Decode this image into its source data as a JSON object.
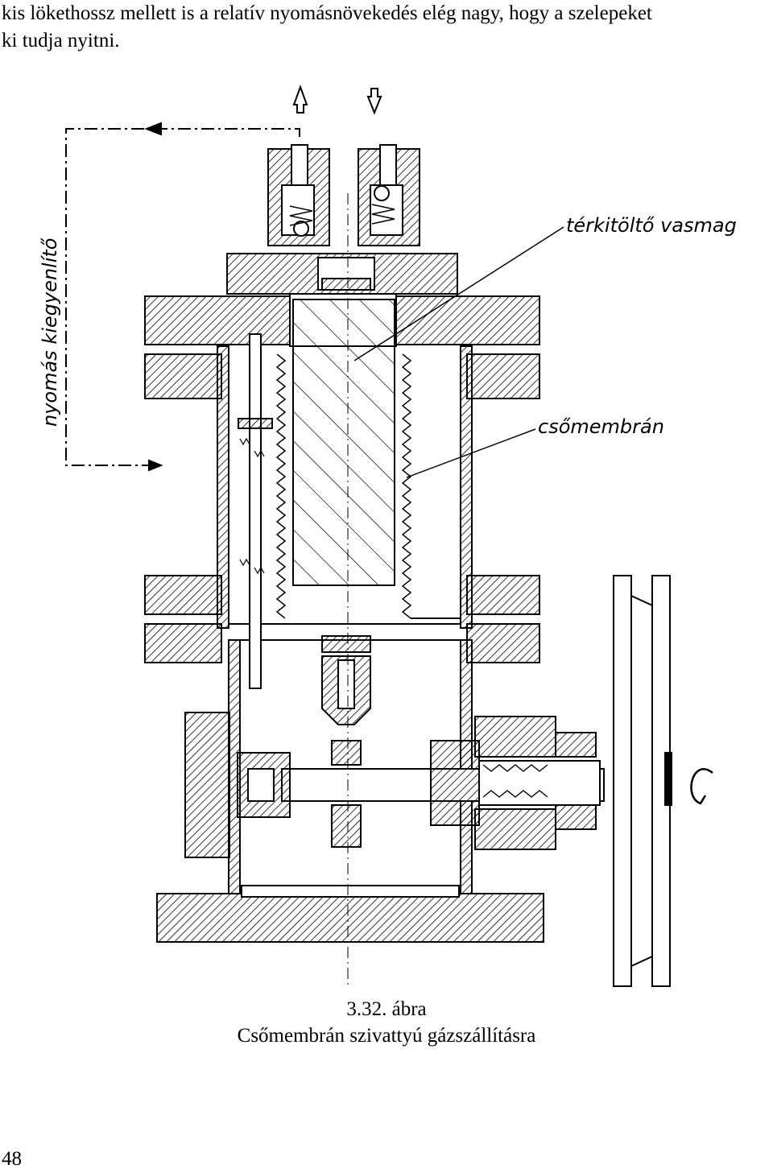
{
  "paragraph": {
    "line1": "kis lökethossz mellett is a relatív nyomásnövekedés elég nagy, hogy a szelepeket",
    "line2": "ki tudja nyitni."
  },
  "figure": {
    "label_pressure_equalizer": "nyomás kiegyenlítő",
    "label_space_filler_core": "térkitöltő vasmag",
    "label_tube_membrane": "csőmembrán",
    "caption_number": "3.32. ábra",
    "caption_title": "Csőmembrán szivattyú gázszállításra"
  },
  "page_number": "48"
}
